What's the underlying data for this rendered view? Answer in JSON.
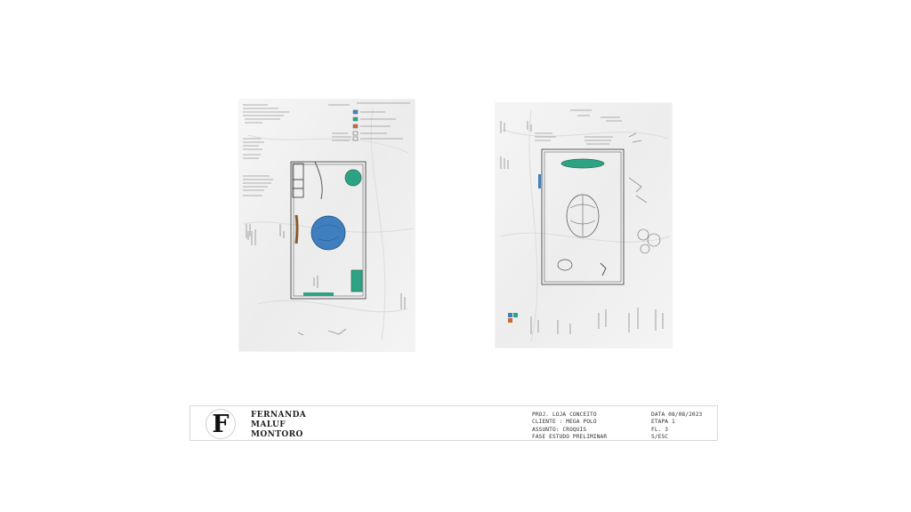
{
  "colors": {
    "page_background": "#ffffff",
    "paper": "#f1f1f1",
    "ink": "#4a4a4a",
    "green_marker": "#2ea383",
    "blue_marker": "#3f7fc0",
    "brown_marker": "#8a5a2a"
  },
  "sketches": [
    {
      "name": "croqui-sheet-left",
      "type": "hand-drawn floor plan sketch"
    },
    {
      "name": "croqui-sheet-right",
      "type": "hand-drawn floor plan sketch"
    }
  ],
  "title_block": {
    "logo_letter": "F",
    "designer_lines": [
      "FERNANDA",
      "MALUF",
      "MONTORO"
    ],
    "project_lines": [
      "PROJ. LOJA CONCEITO",
      "CLIENTE : MEGA POLO",
      "ASSUNTO: CROQUIS",
      "FASE ESTUDO PRELIMINAR"
    ],
    "meta_lines": [
      "DATA 08/08/2023",
      "ETAPA 1",
      "FL. 3",
      "S/ESC"
    ]
  }
}
